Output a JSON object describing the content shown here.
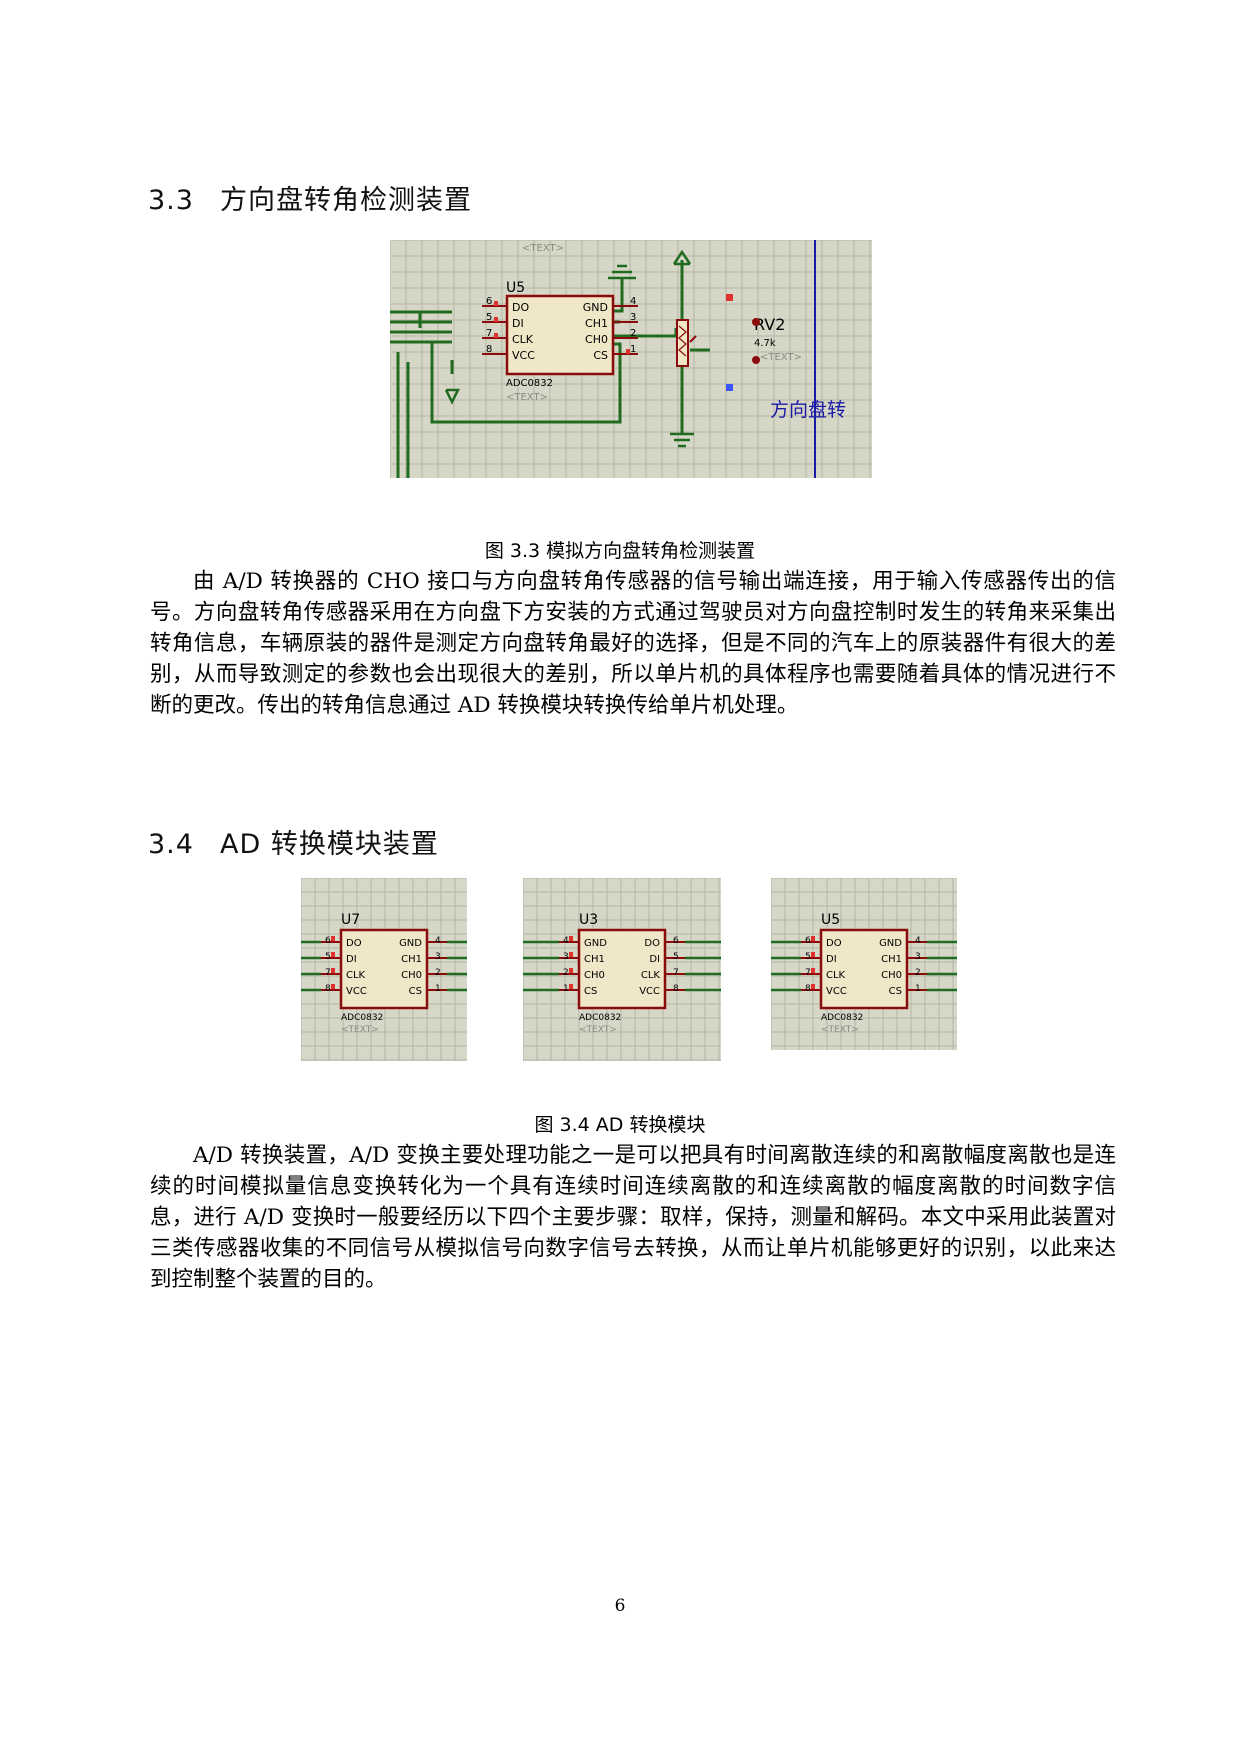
{
  "section_33": {
    "number": "3.3",
    "title": "方向盘转角检测装置"
  },
  "fig33": {
    "caption": "图 3.3 模拟方向盘转角检测装置",
    "chip_ref": "U5",
    "chip_model": "ADC0832",
    "text_tag": "<TEXT>",
    "pins_left": [
      {
        "num": "6",
        "name": "DO"
      },
      {
        "num": "5",
        "name": "DI"
      },
      {
        "num": "7",
        "name": "CLK"
      },
      {
        "num": "8",
        "name": "VCC"
      }
    ],
    "pins_right": [
      {
        "num": "4",
        "name": "GND"
      },
      {
        "num": "3",
        "name": "CH1"
      },
      {
        "num": "2",
        "name": "CH0"
      },
      {
        "num": "1",
        "name": "CS"
      }
    ],
    "pot_ref": "RV2",
    "pot_value": "4.7k",
    "wheel_label": "方向盘转"
  },
  "para_33": "由 A/D 转换器的 CHO 接口与方向盘转角传感器的信号输出端连接，用于输入传感器传出的信号。方向盘转角传感器采用在方向盘下方安装的方式通过驾驶员对方向盘控制时发生的转角来采集出转角信息，车辆原装的器件是测定方向盘转角最好的选择，但是不同的汽车上的原装器件有很大的差别，从而导致测定的参数也会出现很大的差别，所以单片机的具体程序也需要随着具体的情况进行不断的更改。传出的转角信息通过 AD 转换模块转换传给单片机处理。",
  "section_34": {
    "number": "3.4",
    "title": "AD 转换模块装置"
  },
  "fig34": {
    "caption": "图 3.4 AD 转换模块",
    "modules": [
      {
        "ref": "U7",
        "model": "ADC0832",
        "text_tag": "<TEXT>",
        "pins_left": [
          {
            "num": "6",
            "name": "DO"
          },
          {
            "num": "5",
            "name": "DI"
          },
          {
            "num": "7",
            "name": "CLK"
          },
          {
            "num": "8",
            "name": "VCC"
          }
        ],
        "pins_right": [
          {
            "num": "4",
            "name": "GND"
          },
          {
            "num": "3",
            "name": "CH1"
          },
          {
            "num": "2",
            "name": "CH0"
          },
          {
            "num": "1",
            "name": "CS"
          }
        ]
      },
      {
        "ref": "U3",
        "model": "ADC0832",
        "text_tag": "<TEXT>",
        "pins_left": [
          {
            "num": "4",
            "name": "GND"
          },
          {
            "num": "3",
            "name": "CH1"
          },
          {
            "num": "2",
            "name": "CH0"
          },
          {
            "num": "1",
            "name": "CS"
          }
        ],
        "pins_right": [
          {
            "num": "6",
            "name": "DO"
          },
          {
            "num": "5",
            "name": "DI"
          },
          {
            "num": "7",
            "name": "CLK"
          },
          {
            "num": "8",
            "name": "VCC"
          }
        ]
      },
      {
        "ref": "U5",
        "model": "ADC0832",
        "text_tag": "<TEXT>",
        "pins_left": [
          {
            "num": "6",
            "name": "DO"
          },
          {
            "num": "5",
            "name": "DI"
          },
          {
            "num": "7",
            "name": "CLK"
          },
          {
            "num": "8",
            "name": "VCC"
          }
        ],
        "pins_right": [
          {
            "num": "4",
            "name": "GND"
          },
          {
            "num": "3",
            "name": "CH1"
          },
          {
            "num": "2",
            "name": "CH0"
          },
          {
            "num": "1",
            "name": "CS"
          }
        ]
      }
    ]
  },
  "para_34": "A/D 转换装置，A/D 变换主要处理功能之一是可以把具有时间离散连续的和离散幅度离散也是连续的时间模拟量信息变换转化为一个具有连续时间连续离散的和连续离散的幅度离散的时间数字信息，进行 A/D 变换时一般要经历以下四个主要步骤：取样，保持，测量和解码。本文中采用此装置对三类传感器收集的不同信号从模拟信号向数字信号去转换，从而让单片机能够更好的识别，以此来达到控制整个装置的目的。",
  "page_number": "6",
  "colors": {
    "grid_bg": "#d7d7c8",
    "grid_line": "#b4b4a6",
    "wire": "#1f6b1f",
    "chip_fill": "#f0e6c8",
    "chip_border": "#8b0a0a",
    "pin_red": "#e03030",
    "accent_blue": "#1a1aa8"
  }
}
